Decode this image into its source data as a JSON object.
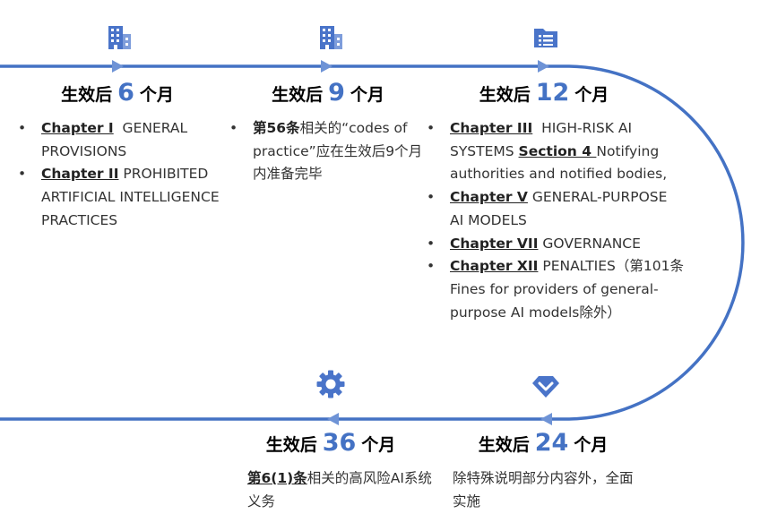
{
  "colors": {
    "accent": "#4472C4",
    "icon": "#4A74C9"
  },
  "milestones": [
    {
      "id": "m6",
      "icon": "building-icon",
      "prefix": "生效后",
      "number": "6",
      "suffix": "个月",
      "items": [
        {
          "chapter": "Chapter I",
          "text": "  GENERAL PROVISIONS"
        },
        {
          "chapter": "Chapter II",
          "text": " PROHIBITED ARTIFICIAL INTELLIGENCE PRACTICES"
        }
      ]
    },
    {
      "id": "m9",
      "icon": "building-icon",
      "prefix": "生效后",
      "number": "9",
      "suffix": "个月",
      "items": [
        {
          "lead": "第56条",
          "text": "相关的“codes of practice”应在生效后9个月内准备完毕"
        }
      ]
    },
    {
      "id": "m12",
      "icon": "folder-list-icon",
      "prefix": "生效后",
      "number": "12",
      "suffix": "个月",
      "items": [
        {
          "chapter": "Chapter III",
          "text": "  HIGH-RISK AI SYSTEMS ",
          "chapter2": "Section 4 ",
          "text2": "Notifying authorities and notified bodies,"
        },
        {
          "chapter": "Chapter V",
          "text": " GENERAL-PURPOSE AI MODELS"
        },
        {
          "chapter": "Chapter VII",
          "text": " GOVERNANCE"
        },
        {
          "chapter": "Chapter XII",
          "text": " PENALTIES（第101条 Fines for providers of general-purpose AI models除外）"
        }
      ]
    },
    {
      "id": "m24",
      "icon": "diamond-chevron-icon",
      "prefix": "生效后",
      "number": "24",
      "suffix": "个月",
      "paragraph": "除特殊说明部分内容外，全面实施"
    },
    {
      "id": "m36",
      "icon": "gear-icon",
      "prefix": "生效后",
      "number": "36",
      "suffix": "个月",
      "lead": "第6(1)条",
      "paragraph": "相关的高风险AI系统义务"
    }
  ]
}
